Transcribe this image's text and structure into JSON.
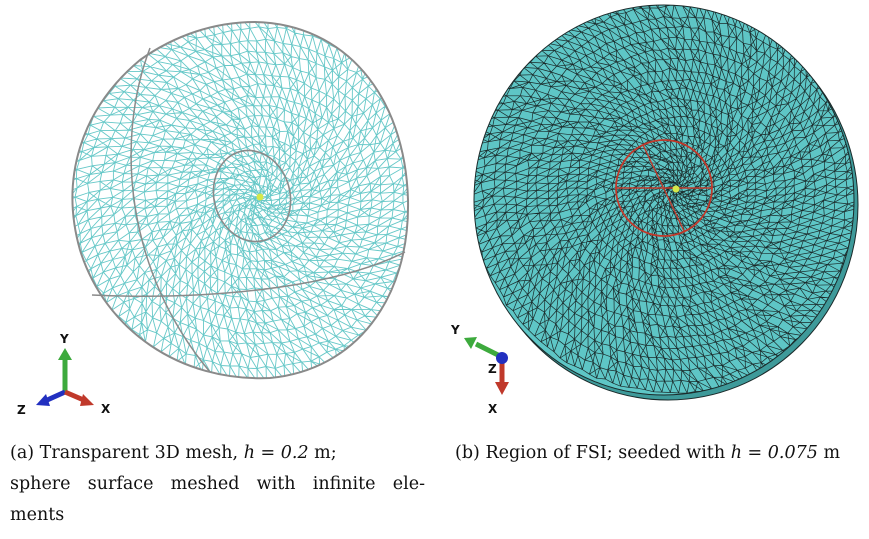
{
  "figure": {
    "panel_a": {
      "caption_label": "(a)",
      "caption_line1": "Transparent 3D mesh,",
      "caption_math": "h = 0.2",
      "caption_unit": "m;",
      "caption_line2": "sphere surface meshed with infinite ele-",
      "caption_line3": "ments",
      "triad": {
        "y": "Y",
        "z": "Z",
        "x": "X"
      },
      "colors": {
        "mesh": "#66c8c8",
        "outline": "#8a8a8a",
        "core": "#d6e84a"
      }
    },
    "panel_b": {
      "caption_label": "(b)",
      "caption_text": "Region of FSI; seeded with",
      "caption_math": "h = 0.075",
      "caption_unit": "m",
      "triad": {
        "y": "Y",
        "z": "Z",
        "x": "X"
      },
      "colors": {
        "fill": "#5ec6c6",
        "edges": "#1a2a2a",
        "fsi_circle": "#c0392b",
        "side": "#3e9a9a"
      }
    },
    "axis_colors": {
      "y": "#3daa3d",
      "z": "#2230c0",
      "x": "#c0392b"
    }
  }
}
